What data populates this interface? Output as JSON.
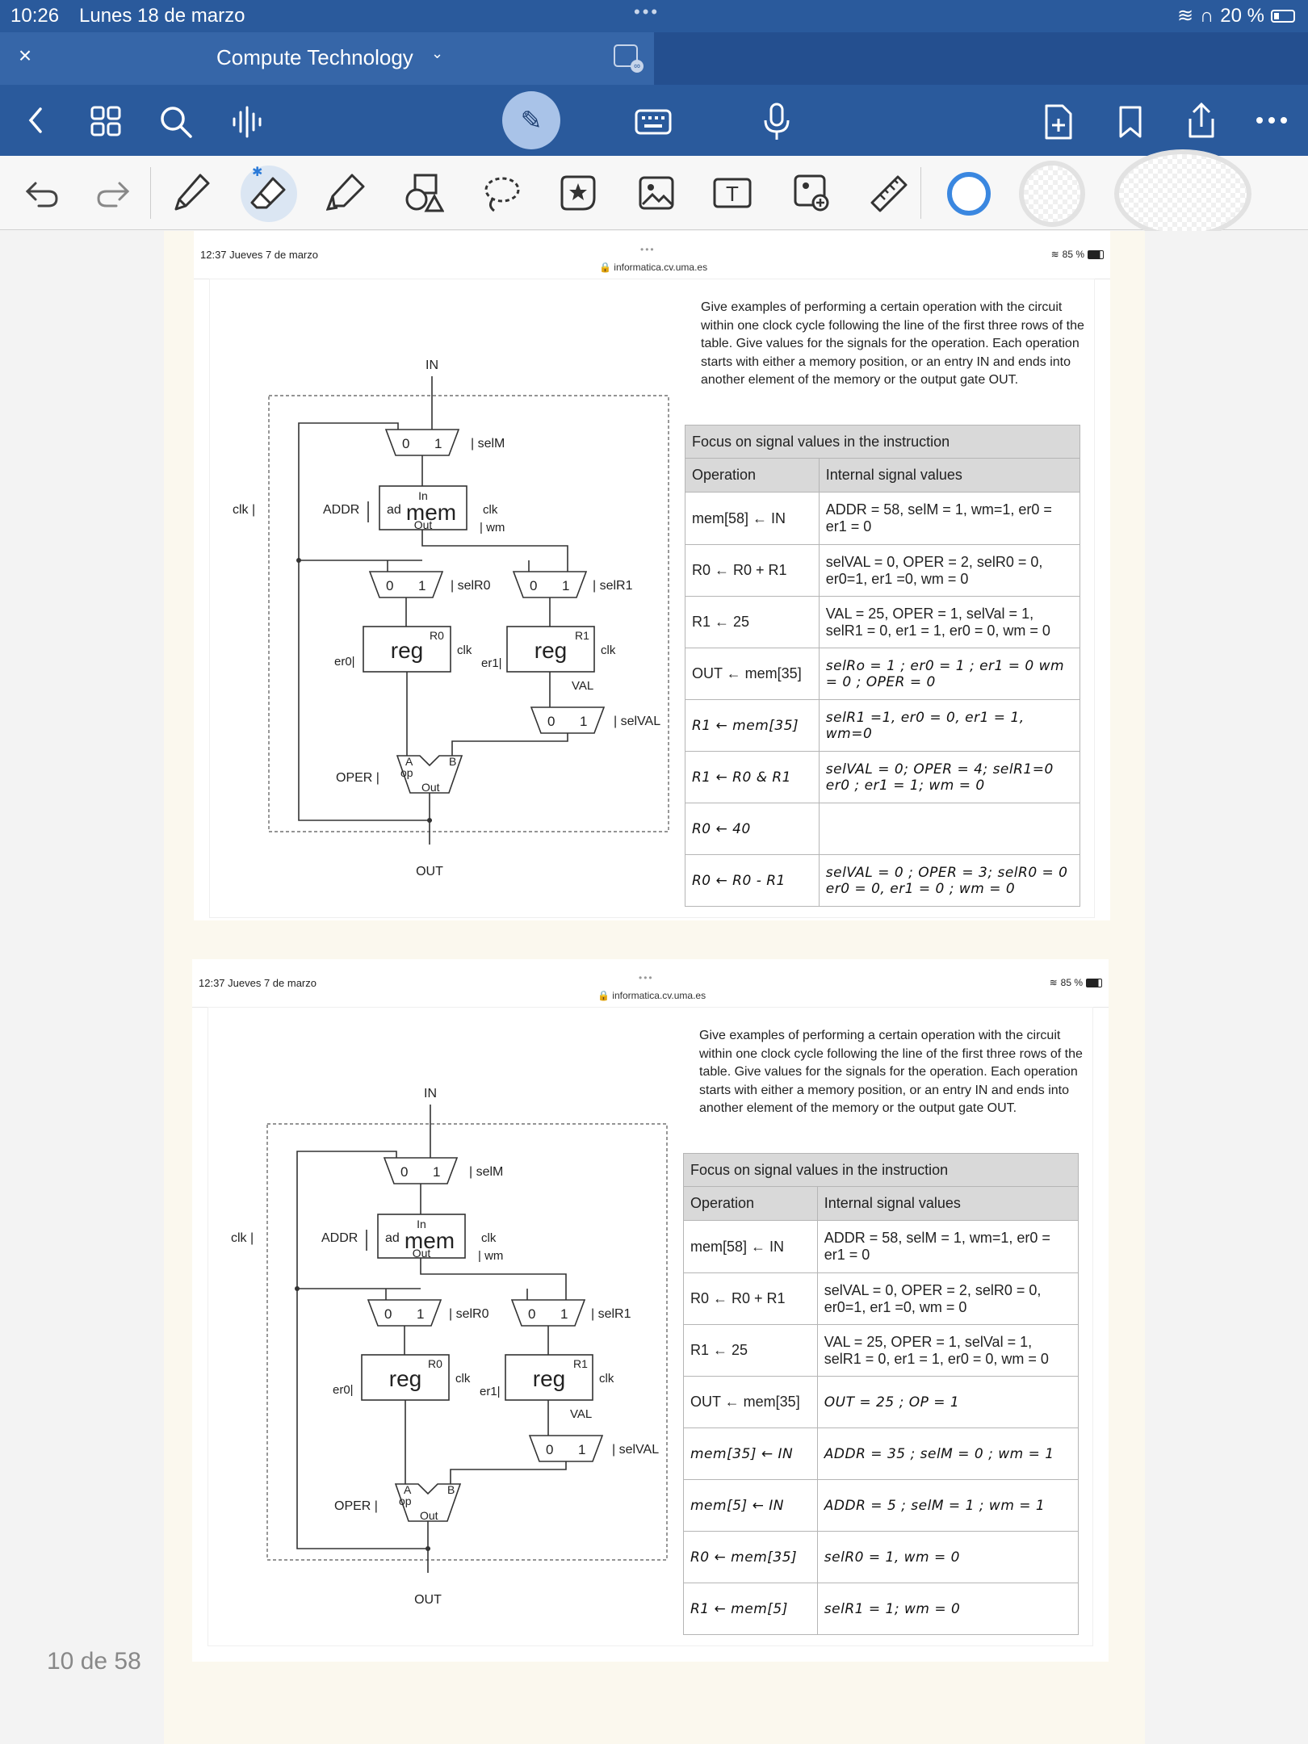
{
  "status_bar": {
    "time": "10:26",
    "date": "Lunes 18 de marzo",
    "dots": "•••",
    "battery_text": "20 %"
  },
  "title_bar": {
    "notebook_title": "Compute Technology",
    "close_icon": "×",
    "chevron": "⌄"
  },
  "toolbar": {
    "icons": [
      "back-icon",
      "thumbnails-icon",
      "search-icon",
      "audio-icon",
      "pen-mode-icon",
      "keyboard-icon",
      "microphone-icon",
      "add-page-icon",
      "bookmark-icon",
      "share-icon",
      "more-icon"
    ]
  },
  "tools": {
    "icons": [
      "undo-icon",
      "redo-icon",
      "pen-icon",
      "eraser-icon",
      "highlighter-icon",
      "shapes-icon",
      "lasso-icon",
      "sticker-icon",
      "image-icon",
      "text-icon",
      "camera-icon",
      "ruler-icon"
    ],
    "active_color": "#3a87e0"
  },
  "page_counter": "10 de 58",
  "shot1": {
    "time": "12:37  Jueves 7 de marzo",
    "dots": "•••",
    "url": "🔒 informatica.cv.uma.es",
    "battery": "85 %"
  },
  "shot2": {
    "time": "12:37  Jueves 7 de marzo",
    "dots": "•••",
    "url": "🔒 informatica.cv.uma.es",
    "battery": "85 %"
  },
  "question": "Give examples of performing a certain operation with the circuit  within one clock cycle following the line of the first three rows of the table. Give values for the signals for the operation. Each operation starts with either a memory position, or an entry IN and ends into another element of the memory or the output gate OUT.",
  "circuit": {
    "in": "IN",
    "out": "OUT",
    "clk": "clk",
    "addr": "ADDR",
    "ad": "ad",
    "mem": "mem",
    "mem_in": "In",
    "mem_out": "Out",
    "mem_clk": "clk",
    "wm": "wm",
    "selm": "selM",
    "selr0": "selR0",
    "selr1": "selR1",
    "selval": "selVAL",
    "reg": "reg",
    "r0": "R0",
    "r1": "R1",
    "er0": "er0",
    "er1": "er1",
    "val": "VAL",
    "oper": "OPER",
    "op": "op",
    "a": "A",
    "b": "B",
    "alu_out": "Out",
    "zero": "0",
    "one": "1",
    "reg_clk": "clk"
  },
  "table1": {
    "title": "Focus on signal values in the instruction",
    "col1": "Operation",
    "col2": "Internal signal values",
    "rows": [
      {
        "op": "mem[58] ← IN",
        "sig": "ADDR = 58, selM = 1, wm=1, er0 = er1 = 0"
      },
      {
        "op": "R0 ← R0 + R1",
        "sig": "selVAL = 0, OPER = 2, selR0 = 0, er0=1, er1 =0,  wm = 0"
      },
      {
        "op": "R1 ← 25",
        "sig": "VAL = 25, OPER = 1, selVal = 1, selR1 = 0, er1 = 1, er0 = 0, wm = 0"
      },
      {
        "op": "OUT ← mem[35]",
        "sig": "selRo = 1 ; er0 = 1 ; er1 = 0 wm = 0 ; OPER = 0"
      },
      {
        "op": "R1 ← mem[35]",
        "sig": "selR1 =1, er0 = 0, er1 = 1, wm=0"
      },
      {
        "op": "R1 ← R0 & R1",
        "sig": "selVAL = 0; OPER = 4; selR1=0 er0 ; er1 = 1; wm = 0"
      },
      {
        "op": "R0 ← 40",
        "sig": ""
      },
      {
        "op": "R0 ← R0 - R1",
        "sig": "selVAL = 0 ; OPER = 3; selR0 = 0 er0 = 0, er1 = 0 ; wm = 0"
      }
    ]
  },
  "table2": {
    "title": "Focus on signal values in the instruction",
    "col1": "Operation",
    "col2": "Internal signal values",
    "rows": [
      {
        "op": "mem[58] ← IN",
        "sig": "ADDR = 58, selM = 1, wm=1, er0 = er1 = 0"
      },
      {
        "op": "R0 ← R0 + R1",
        "sig": "selVAL = 0, OPER = 2, selR0 = 0, er0=1, er1 =0,  wm = 0"
      },
      {
        "op": "R1 ← 25",
        "sig": "VAL = 25, OPER = 1, selVal = 1, selR1 = 0, er1 = 1, er0 = 0, wm = 0"
      },
      {
        "op": "OUT ← mem[35]",
        "sig": "OUT = 25 ; OP = 1"
      },
      {
        "op": "mem[35] ← IN",
        "sig": "ADDR = 35 ; selM = 0 ; wm = 1"
      },
      {
        "op": "mem[5] ← IN",
        "sig": "ADDR = 5 ; selM = 1 ; wm = 1"
      },
      {
        "op": "R0 ← mem[35]",
        "sig": "selR0 = 1,  wm = 0"
      },
      {
        "op": "R1 ← mem[5]",
        "sig": "selR1 = 1;  wm = 0"
      }
    ]
  }
}
